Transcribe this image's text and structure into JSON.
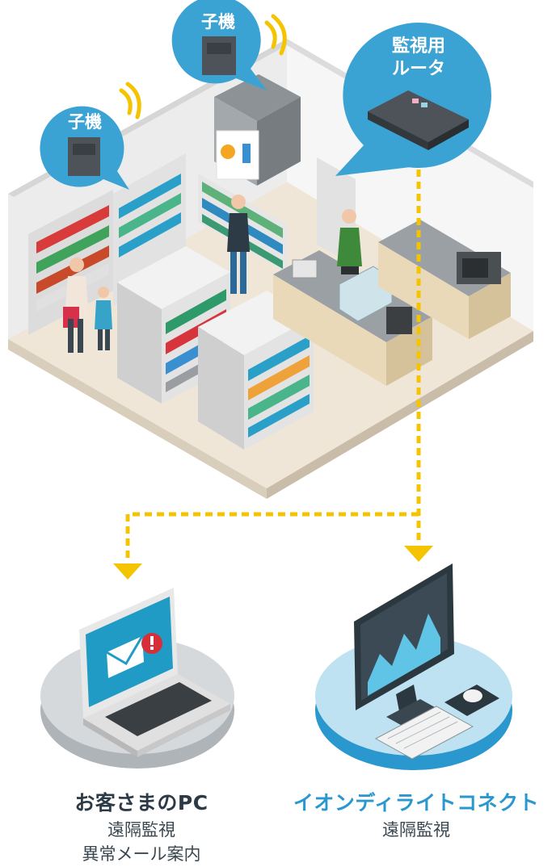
{
  "bubbles": {
    "child_left": "子機",
    "child_top": "子機",
    "router_line1": "監視用",
    "router_line2": "ルータ"
  },
  "customer_pc": {
    "title": "お客さまのPC",
    "line1": "遠隔監視",
    "line2": "異常メール案内"
  },
  "connect": {
    "title": "イオンディライトコネクト",
    "line1": "遠隔監視"
  },
  "colors": {
    "bubble": "#3aa3d4",
    "arrow": "#f5c400",
    "title_dark": "#2b3a46",
    "title_blue": "#2a97cf"
  }
}
